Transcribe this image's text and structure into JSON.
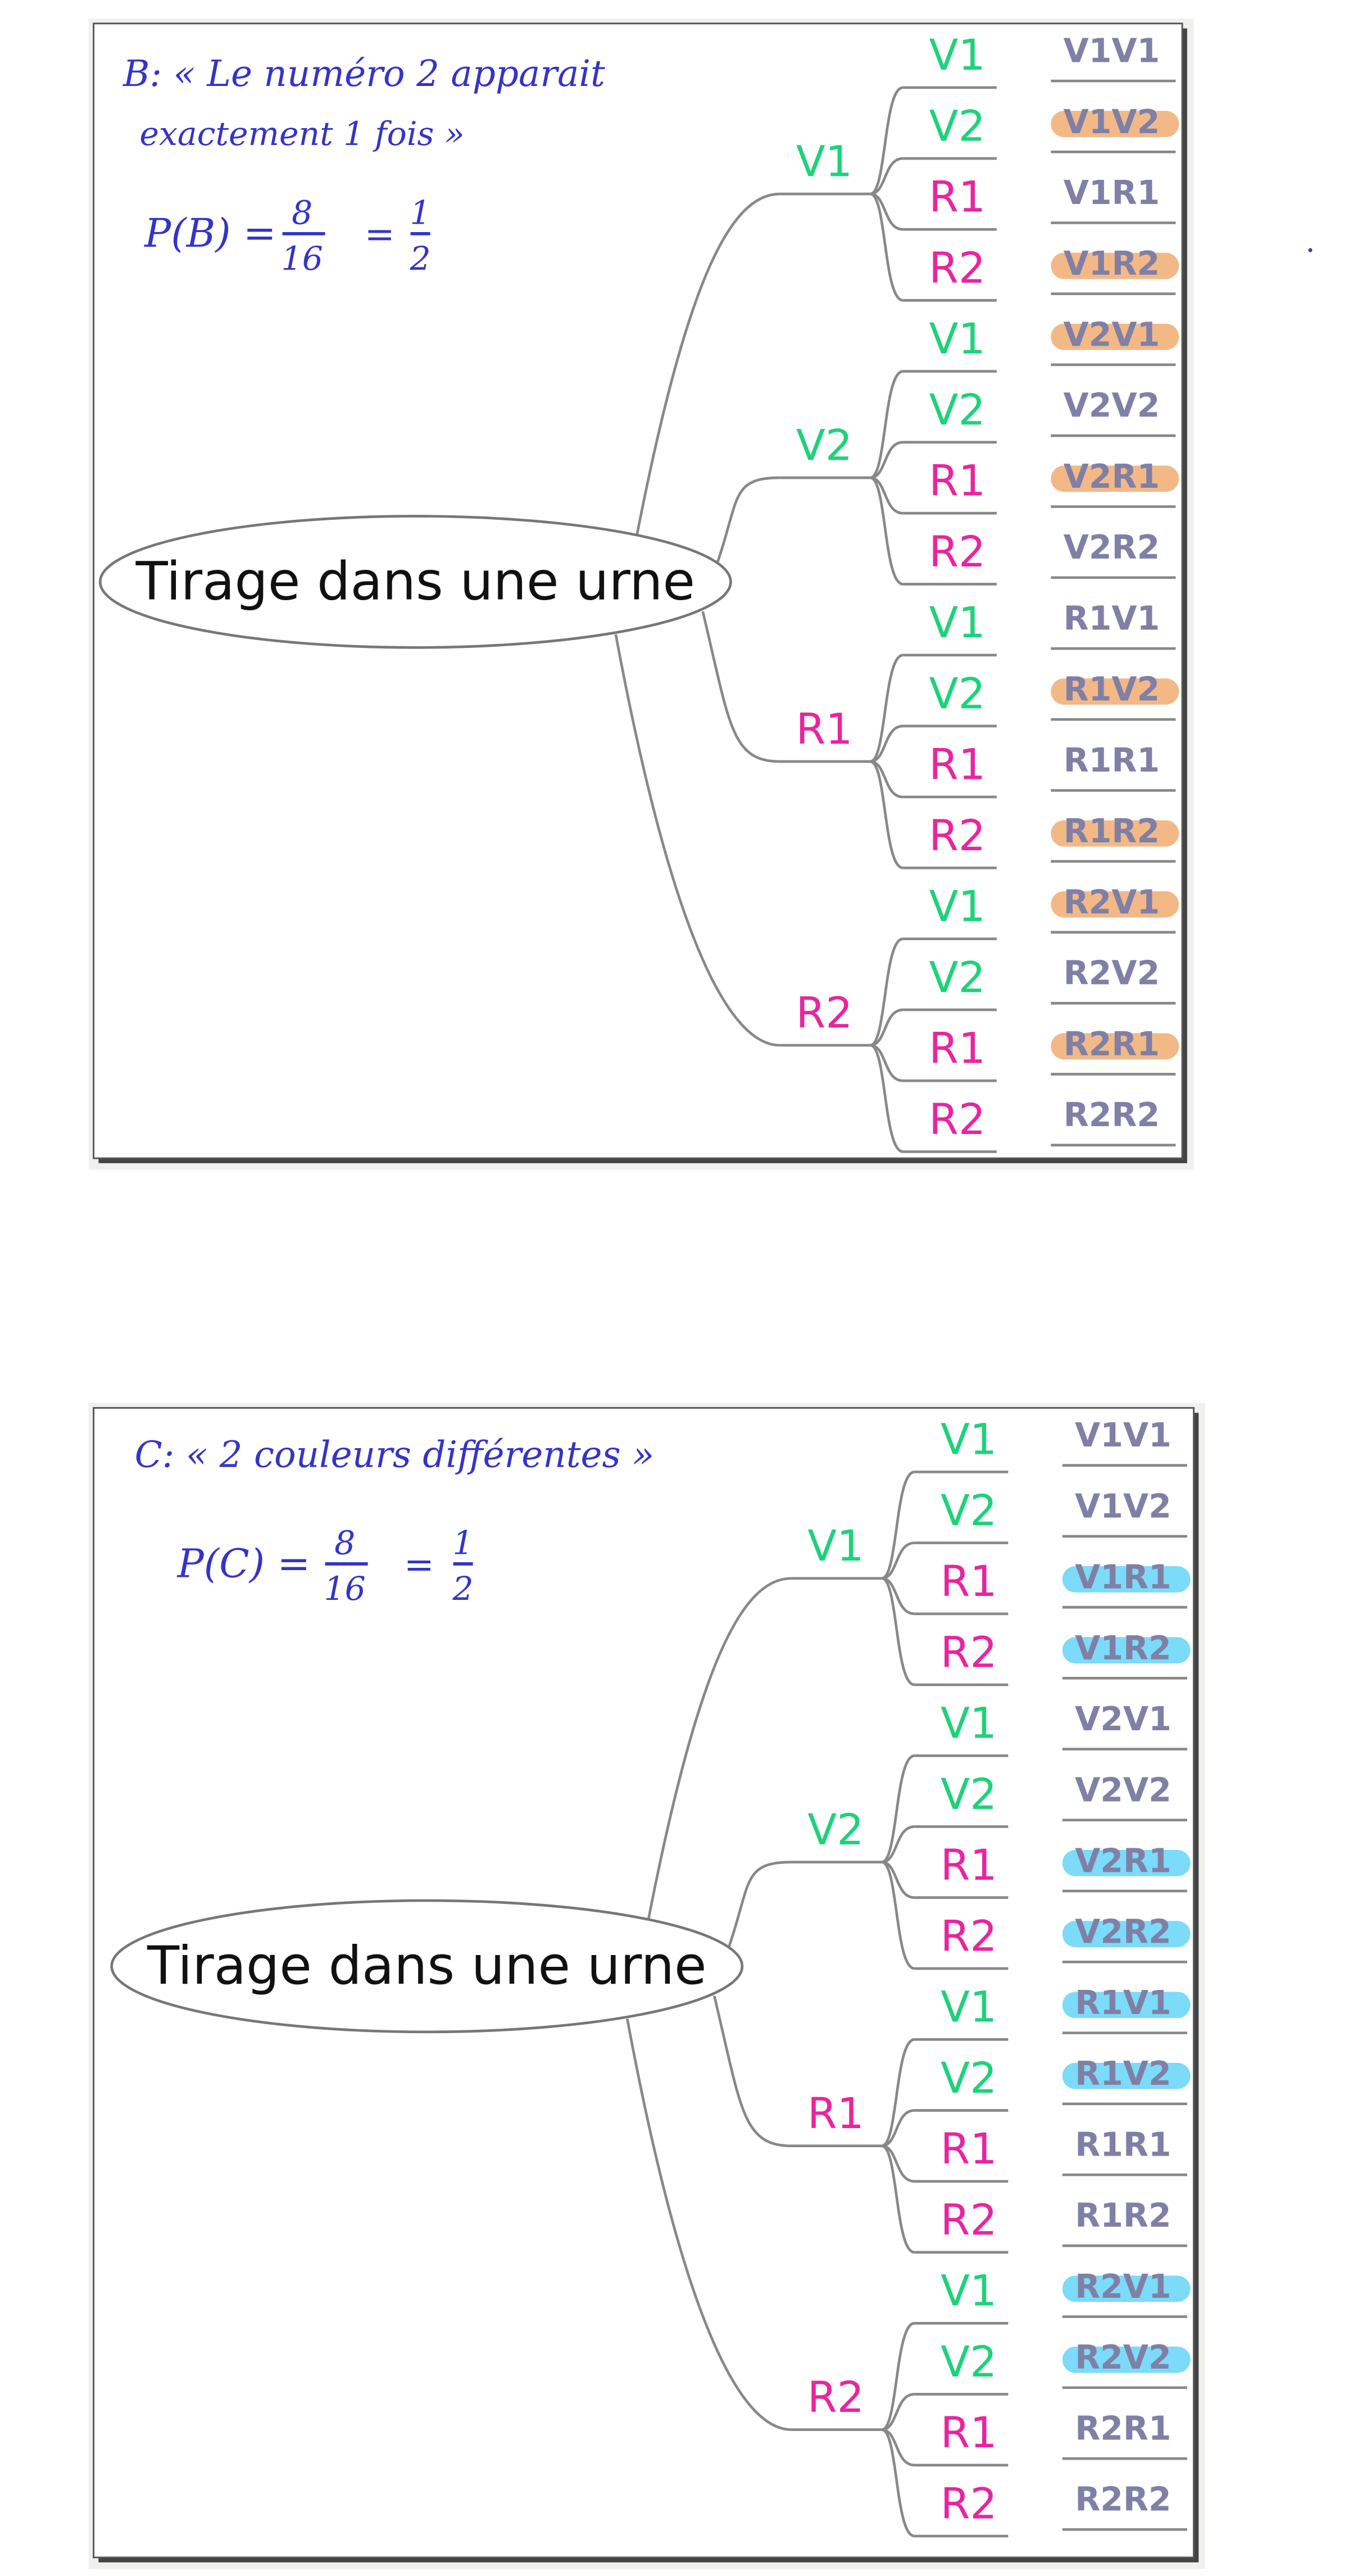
{
  "colors": {
    "green": "#1ed27a",
    "pink": "#e8259f",
    "result_text": "#8080a6",
    "ink": "#3434c8",
    "branch": "#888888"
  },
  "panels": [
    {
      "event_line1": "B: « Le numéro 2 apparait",
      "event_line2": "exactement 1 fois »",
      "prob_label": "P(B) =",
      "numerator": "8",
      "denominator": "16",
      "equals": "=",
      "result_num": "1",
      "result_den": "2",
      "highlight_color": "#eda25f",
      "root": "Tirage dans une urne",
      "level1": [
        "V1",
        "V2",
        "R1",
        "R2"
      ],
      "level2": [
        "V1",
        "V2",
        "R1",
        "R2"
      ],
      "outcomes": [
        {
          "label": "V1V1",
          "highlighted": false
        },
        {
          "label": "V1V2",
          "highlighted": true
        },
        {
          "label": "V1R1",
          "highlighted": false
        },
        {
          "label": "V1R2",
          "highlighted": true
        },
        {
          "label": "V2V1",
          "highlighted": true
        },
        {
          "label": "V2V2",
          "highlighted": false
        },
        {
          "label": "V2R1",
          "highlighted": true
        },
        {
          "label": "V2R2",
          "highlighted": false
        },
        {
          "label": "R1V1",
          "highlighted": false
        },
        {
          "label": "R1V2",
          "highlighted": true
        },
        {
          "label": "R1R1",
          "highlighted": false
        },
        {
          "label": "R1R2",
          "highlighted": true
        },
        {
          "label": "R2V1",
          "highlighted": true
        },
        {
          "label": "R2V2",
          "highlighted": false
        },
        {
          "label": "R2R1",
          "highlighted": true
        },
        {
          "label": "R2R2",
          "highlighted": false
        }
      ]
    },
    {
      "event_line1": "C: « 2 couleurs différentes »",
      "event_line2": "",
      "prob_label": "P(C) =",
      "numerator": "8",
      "denominator": "16",
      "equals": "=",
      "result_num": "1",
      "result_den": "2",
      "highlight_color": "#4fcff5",
      "root": "Tirage dans une urne",
      "level1": [
        "V1",
        "V2",
        "R1",
        "R2"
      ],
      "level2": [
        "V1",
        "V2",
        "R1",
        "R2"
      ],
      "outcomes": [
        {
          "label": "V1V1",
          "highlighted": false
        },
        {
          "label": "V1V2",
          "highlighted": false
        },
        {
          "label": "V1R1",
          "highlighted": true
        },
        {
          "label": "V1R2",
          "highlighted": true
        },
        {
          "label": "V2V1",
          "highlighted": false
        },
        {
          "label": "V2V2",
          "highlighted": false
        },
        {
          "label": "V2R1",
          "highlighted": true
        },
        {
          "label": "V2R2",
          "highlighted": true
        },
        {
          "label": "R1V1",
          "highlighted": true
        },
        {
          "label": "R1V2",
          "highlighted": true
        },
        {
          "label": "R1R1",
          "highlighted": false
        },
        {
          "label": "R1R2",
          "highlighted": false
        },
        {
          "label": "R2V1",
          "highlighted": true
        },
        {
          "label": "R2V2",
          "highlighted": true
        },
        {
          "label": "R2R1",
          "highlighted": false
        },
        {
          "label": "R2R2",
          "highlighted": false
        }
      ]
    }
  ]
}
